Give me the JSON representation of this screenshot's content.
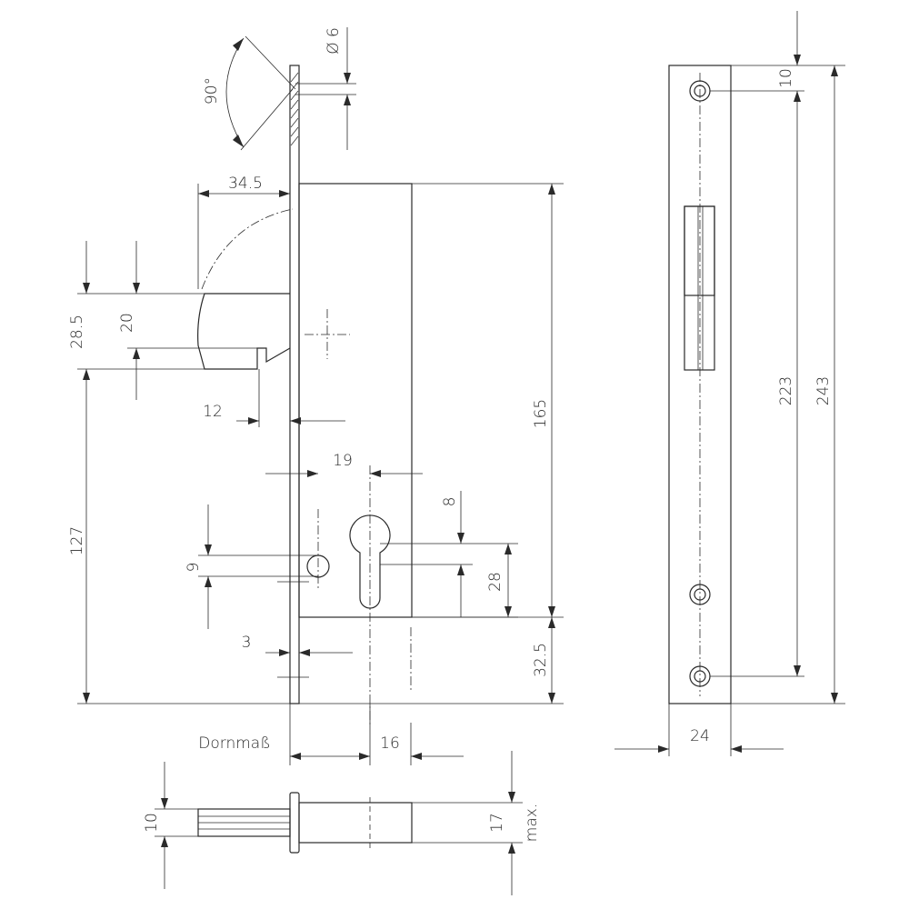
{
  "dimensions": {
    "d_6": "Ø 6",
    "angle_90": "90°",
    "d_34_5": "34.5",
    "d_28_5": "28.5",
    "d_20": "20",
    "d_12": "12",
    "d_19": "19",
    "d_165": "165",
    "d_8": "8",
    "d_9": "9",
    "d_28": "28",
    "d_127": "127",
    "d_3": "3",
    "d_32_5": "32.5",
    "dornmass": "Dornmaß",
    "d_16": "16",
    "d_10_bottom": "10",
    "d_17": "17",
    "max": "max.",
    "d_10_top": "10",
    "d_223": "223",
    "d_243": "243",
    "d_24": "24"
  }
}
